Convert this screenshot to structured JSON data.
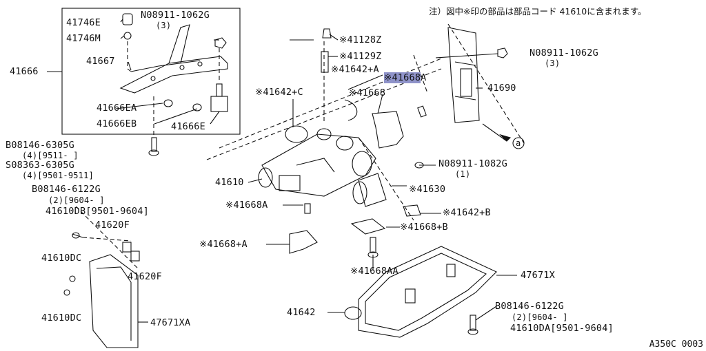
{
  "note": "注）図中※印の部品は部品コード 41610に含まれます。",
  "diagram_code": "A350C 0003",
  "labels": {
    "p41746E": "41746E",
    "p41746M": "41746M",
    "n08911_1062G_a": "N08911-1062G",
    "n08911_1062G_a_qty": "(3)",
    "p41667": "41667",
    "p41666": "41666",
    "p41666EA": "41666EA",
    "p41666EB": "41666EB",
    "p41666E": "41666E",
    "b08146_6305G": "B08146-6305G",
    "b08146_6305G_sub": "(4)[9511-    ]",
    "s08363_6305G": "S08363-6305G",
    "s08363_6305G_sub": "(4)[9501-9511]",
    "b08146_6122G_a": "B08146-6122G",
    "b08146_6122G_a_sub": "(2)[9604-    ]",
    "p41610DB": "41610DB[9501-9604]",
    "p41620F_a": "41620F",
    "p41610DC_a": "41610DC",
    "p41620F_b": "41620F",
    "p41610DC_b": "41610DC",
    "p47671XA": "47671XA",
    "p41128Z": "※41128Z",
    "p41129Z": "※41129Z",
    "p41642A": "※41642+A",
    "p41668A_hl": "※41668",
    "p41668A_suffix": "A",
    "p41642C": "※41642+C",
    "p41668": "※41668",
    "p41690": "41690",
    "n08911_1062G_b": "N08911-1062G",
    "n08911_1062G_b_qty": "(3)",
    "circle_a": "a",
    "n08911_1082G": "N08911-1082G",
    "n08911_1082G_qty": "(1)",
    "p41610": "41610",
    "p41630": "※41630",
    "p41668A_b": "※41668A",
    "p41642B": "※41642+B",
    "p41668B": "※41668+B",
    "p41668plusA": "※41668+A",
    "p41668AA": "※41668AA",
    "p47671X": "47671X",
    "p41642": "41642",
    "b08146_6122G_b": "B08146-6122G",
    "b08146_6122G_b_sub": "(2)[9604-    ]",
    "p41610DA": "41610DA[9501-9604]"
  },
  "colors": {
    "highlight": "#8f93c9",
    "line": "#111111"
  }
}
